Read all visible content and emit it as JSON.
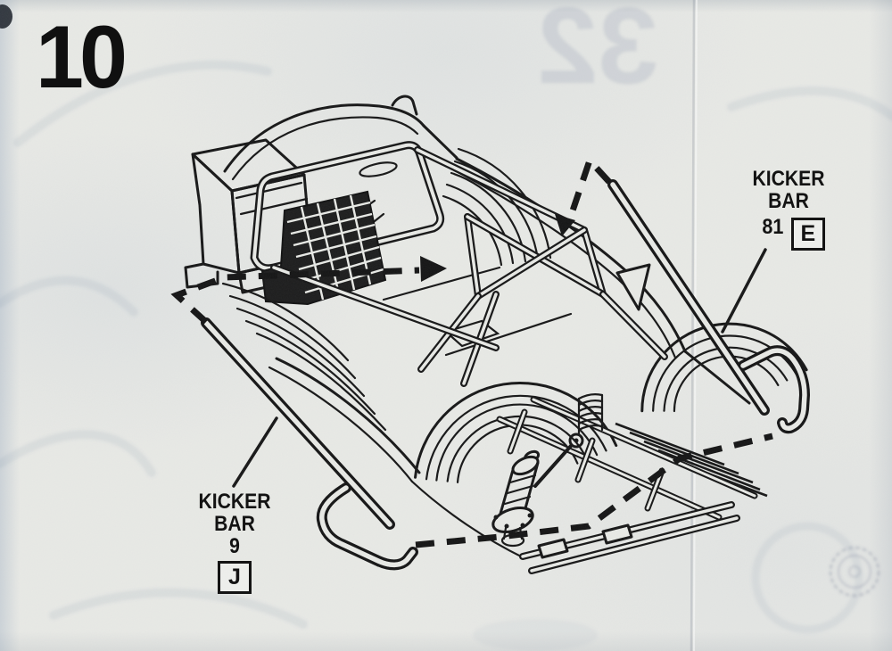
{
  "page": {
    "step_number": "10"
  },
  "ghost_print": {
    "digits": "32"
  },
  "parts": {
    "kicker_bar_e": {
      "name_line1": "KICKER",
      "name_line2": "BAR",
      "part_number": "81",
      "key_letter": "E"
    },
    "kicker_bar_j": {
      "name_line1": "KICKER",
      "name_line2": "BAR",
      "part_number": "9",
      "key_letter": "J"
    }
  },
  "colors": {
    "ink": "#161616",
    "paper": "#e9eae6",
    "ghost_print": "#5f6e91"
  }
}
